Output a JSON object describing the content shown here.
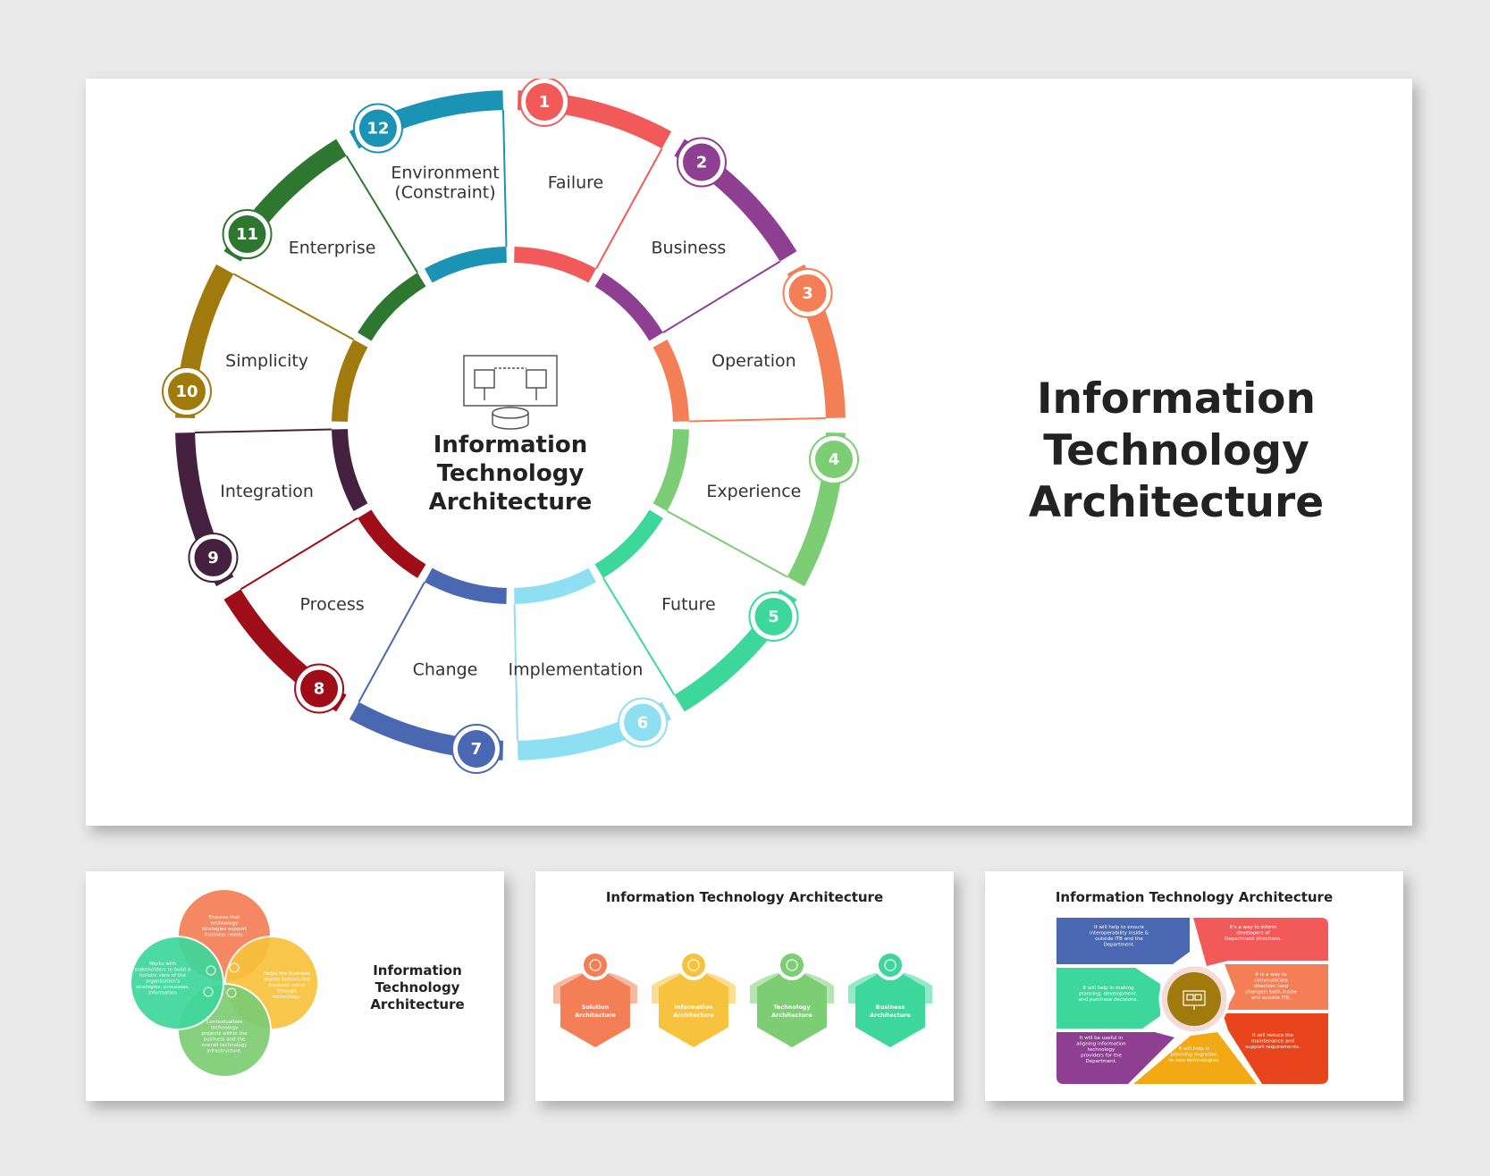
{
  "main": {
    "title_lines": [
      "Information",
      "Technology",
      "Architecture"
    ],
    "center_title_lines": [
      "Information",
      "Technology",
      "Architecture"
    ],
    "center_icon": "architecture-diagram-icon",
    "segments": [
      {
        "num": "1",
        "lines": [
          "Failure"
        ],
        "color": "#f25a5a"
      },
      {
        "num": "2",
        "lines": [
          "Business"
        ],
        "color": "#8e3f92"
      },
      {
        "num": "3",
        "lines": [
          "Operation"
        ],
        "color": "#f47e55"
      },
      {
        "num": "4",
        "lines": [
          "Experience"
        ],
        "color": "#7ccd74"
      },
      {
        "num": "5",
        "lines": [
          "Future"
        ],
        "color": "#3dd79b"
      },
      {
        "num": "6",
        "lines": [
          "Implementation"
        ],
        "color": "#8fdff3"
      },
      {
        "num": "7",
        "lines": [
          "Change"
        ],
        "color": "#4a68b1"
      },
      {
        "num": "8",
        "lines": [
          "Process"
        ],
        "color": "#9f0d19"
      },
      {
        "num": "9",
        "lines": [
          "Integration"
        ],
        "color": "#46213f"
      },
      {
        "num": "10",
        "lines": [
          "Simplicity"
        ],
        "color": "#a07a0d"
      },
      {
        "num": "11",
        "lines": [
          "Enterprise"
        ],
        "color": "#2d7731"
      },
      {
        "num": "12",
        "lines": [
          "Environment",
          "(Constraint)"
        ],
        "color": "#1a93b4"
      }
    ]
  },
  "thumb1": {
    "title_lines": [
      "Information",
      "Technology",
      "Architecture"
    ],
    "petals": [
      {
        "text_lines": [
          "Ensures that",
          "technology",
          "strategies support",
          "business needs."
        ],
        "color": "#f47e55"
      },
      {
        "text_lines": [
          "Helps the business",
          "realize bottom-line",
          "business value",
          "through",
          "technology."
        ],
        "color": "#f7c23c"
      },
      {
        "text_lines": [
          "Contextualizes",
          "technology",
          "projects within the",
          "business and the",
          "overall technology",
          "infrastructure."
        ],
        "color": "#7ccd74"
      },
      {
        "text_lines": [
          "Works with",
          "stakeholders to build a",
          "holistic view of the",
          "organization's",
          "strategies, processes,",
          "information"
        ],
        "color": "#3dd79b"
      }
    ]
  },
  "thumb2": {
    "title": "Information Technology Architecture",
    "items": [
      {
        "lines": [
          "Solution",
          "Architecture"
        ],
        "color": "#f47e55"
      },
      {
        "lines": [
          "Information",
          "Architecture"
        ],
        "color": "#f7c23c"
      },
      {
        "lines": [
          "Technology",
          "Architecture"
        ],
        "color": "#7ccd74"
      },
      {
        "lines": [
          "Business",
          "Architecture"
        ],
        "color": "#3dd79b"
      }
    ]
  },
  "thumb3": {
    "title": "Information Technology Architecture",
    "panels": [
      {
        "lines": [
          "It will help to ensure",
          "interoperability inside &",
          "outside ITB and the",
          "Department."
        ],
        "color": "#4a68b1"
      },
      {
        "lines": [
          "It's a way to inform",
          "developers of",
          "Department directions."
        ],
        "color": "#f25a5a"
      },
      {
        "lines": [
          "It is a way to",
          "communicate",
          "direction (and",
          "changes) both inside",
          "and outside ITB."
        ],
        "color": "#f47e55"
      },
      {
        "lines": [
          "It will reduce the",
          "maintenance and",
          "support requirements."
        ],
        "color": "#e8451c"
      },
      {
        "lines": [
          "It will help in",
          "planning migration",
          "to new technologies."
        ],
        "color": "#f2a913"
      },
      {
        "lines": [
          "It will be useful in",
          "aligning information",
          "technology",
          "providers for the",
          "Department."
        ],
        "color": "#8e3f92"
      },
      {
        "lines": [
          "It will help in making",
          "planning, development,",
          "and purchase decisions."
        ],
        "color": "#3dd79b"
      }
    ],
    "center_color": "#a07a0d",
    "center_icon": "monitor-icon"
  }
}
